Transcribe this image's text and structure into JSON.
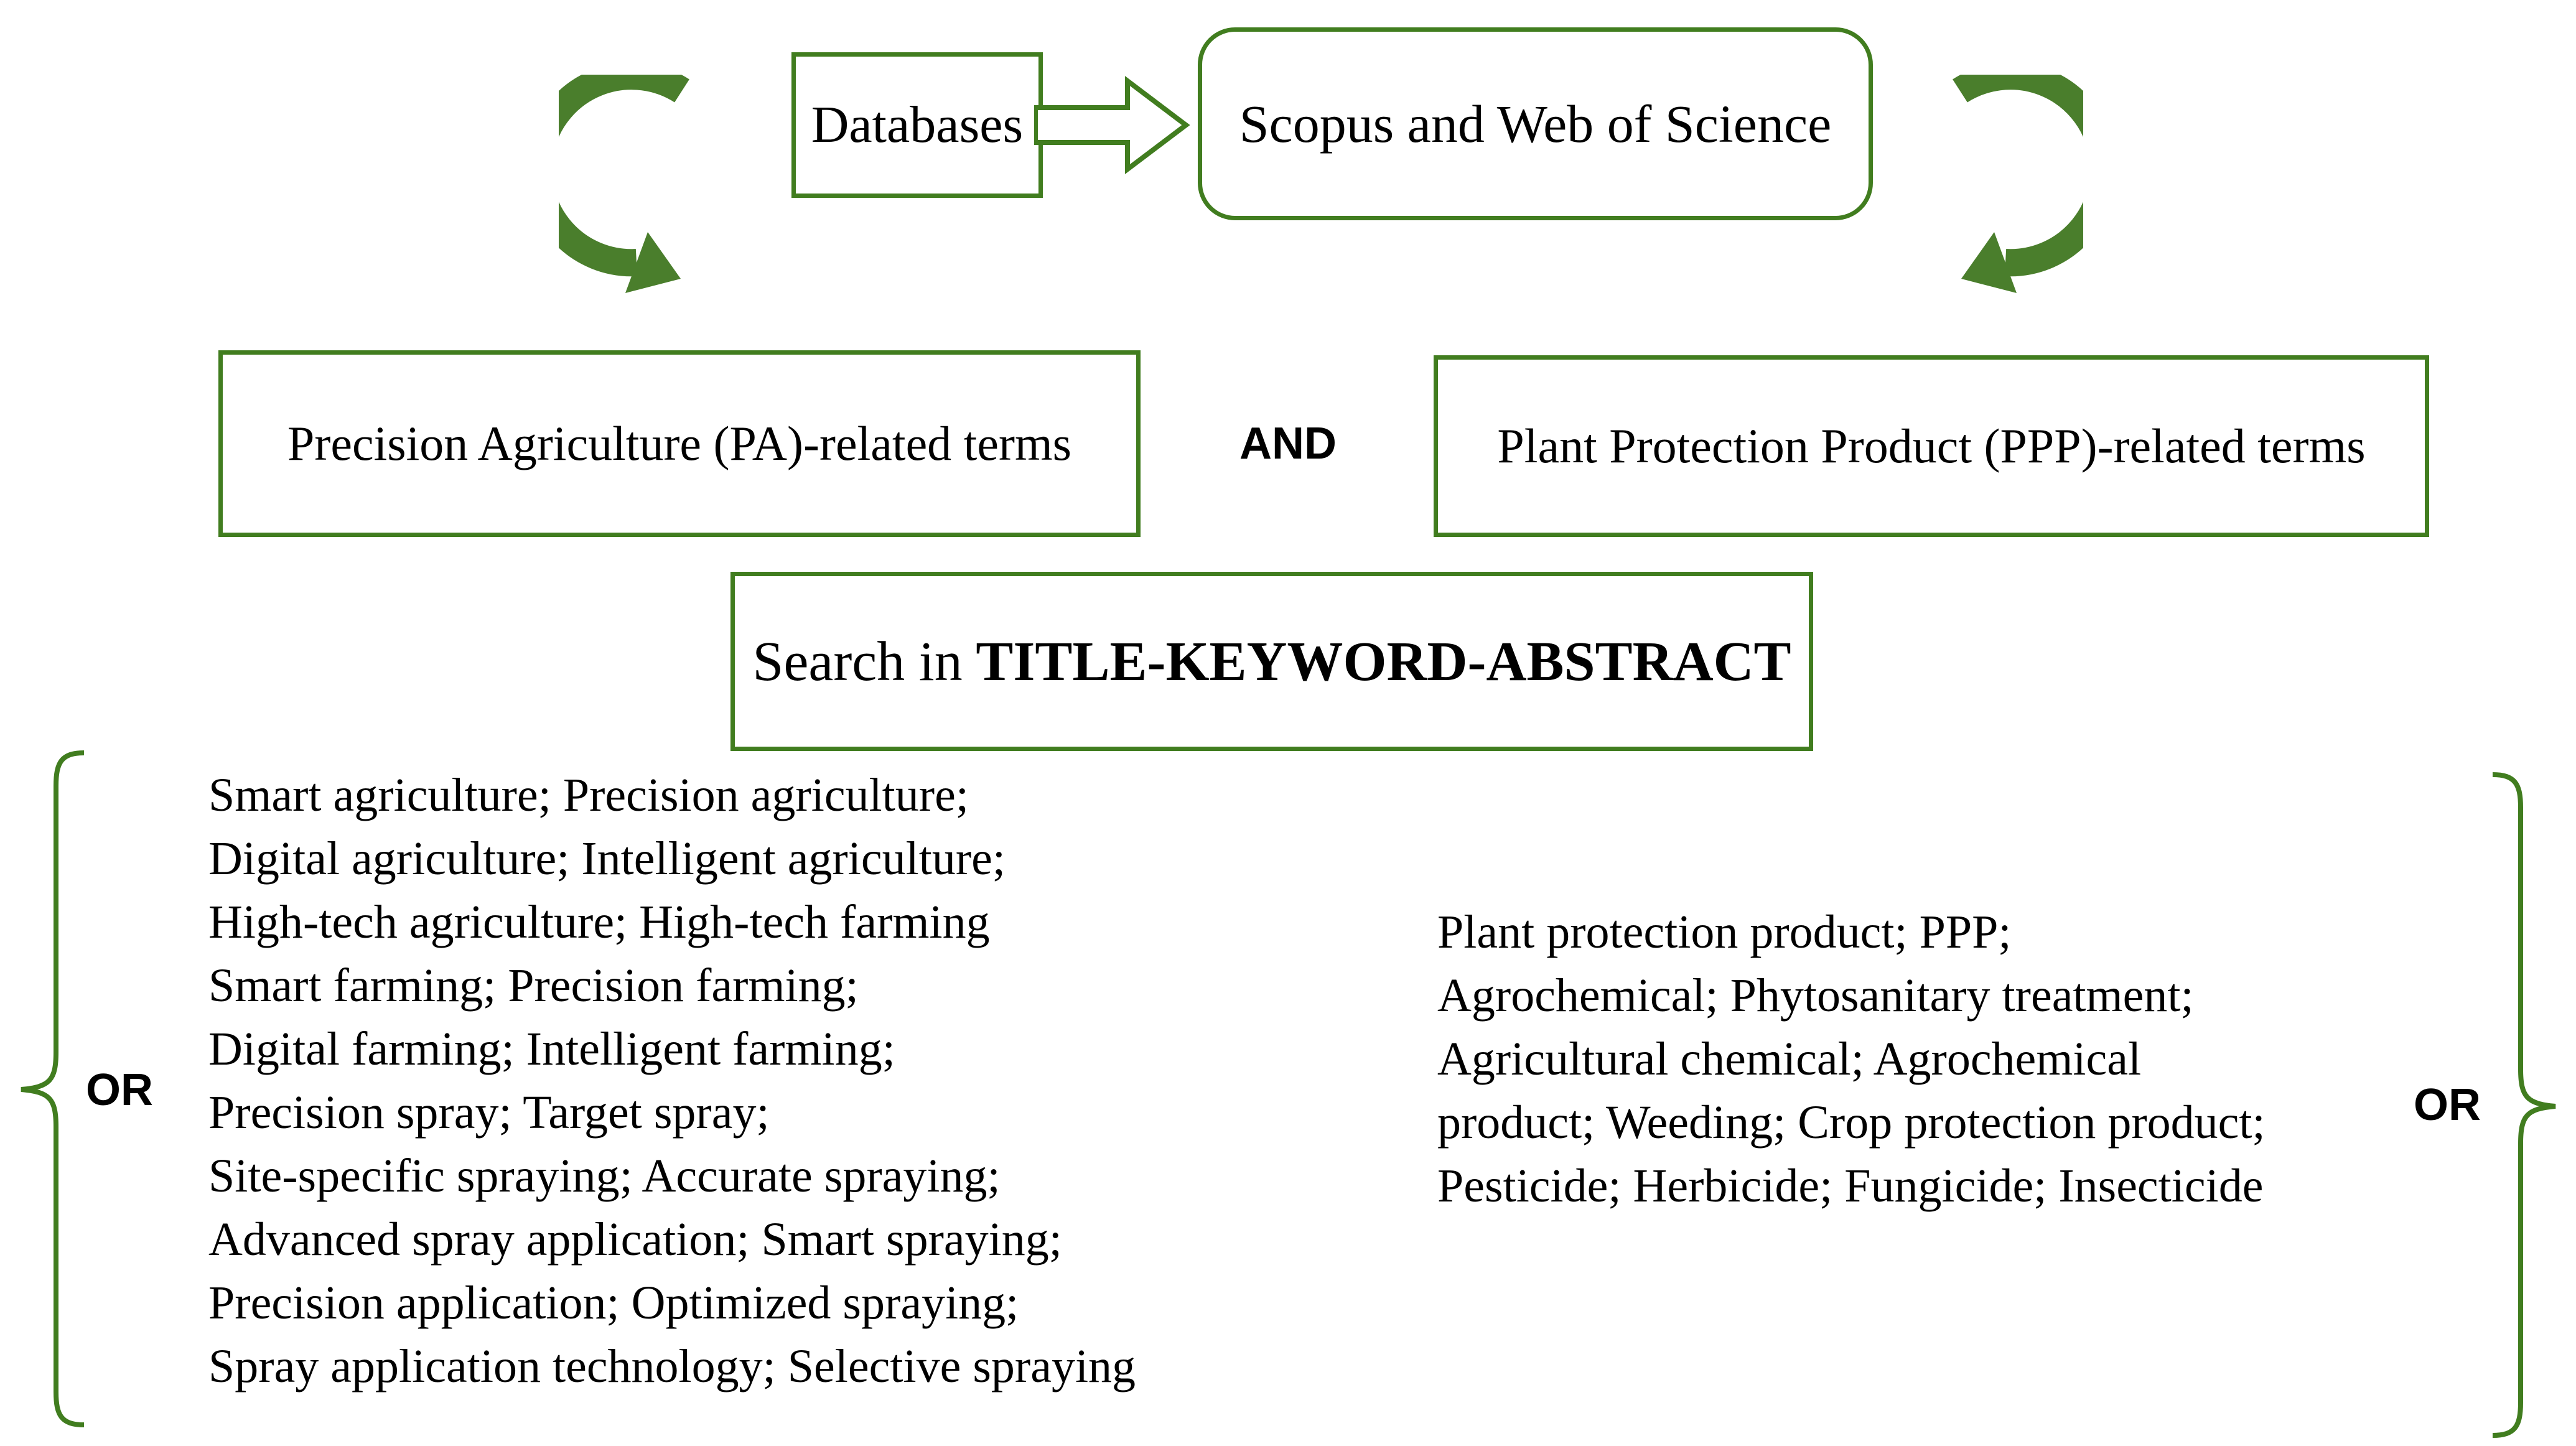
{
  "diagram": {
    "colors": {
      "box_border_green": "#417d1f",
      "arrow_green": "#4a7e2c",
      "brace_green": "#417d1f",
      "text_black": "#000000"
    },
    "top": {
      "databases_label": "Databases",
      "scopus_label": "Scopus and Web of Science"
    },
    "middle": {
      "pa_box_label": "Precision Agriculture (PA)-related terms",
      "and_label": "AND",
      "ppp_box_label": "Plant Protection Product (PPP)-related terms"
    },
    "search": {
      "prefix": "Search in",
      "bold_part": "TITLE-KEYWORD-ABSTRACT"
    },
    "or_left_label": "OR",
    "or_right_label": "OR",
    "pa_terms": {
      "lines": [
        "Smart agriculture; Precision agriculture;",
        "Digital agriculture; Intelligent agriculture;",
        "High-tech agriculture; High-tech farming",
        "Smart farming; Precision farming;",
        "Digital farming; Intelligent farming;",
        "Precision spray; Target spray;",
        "Site-specific spraying; Accurate spraying;",
        "Advanced spray application; Smart spraying;",
        "Precision application; Optimized spraying;",
        "Spray application technology; Selective spraying"
      ]
    },
    "ppp_terms": {
      "lines": [
        "Plant protection product; PPP;",
        "Agrochemical; Phytosanitary treatment;",
        "Agricultural chemical; Agrochemical",
        "product; Weeding; Crop protection product;",
        "Pesticide; Herbicide; Fungicide; Insecticide"
      ]
    }
  }
}
